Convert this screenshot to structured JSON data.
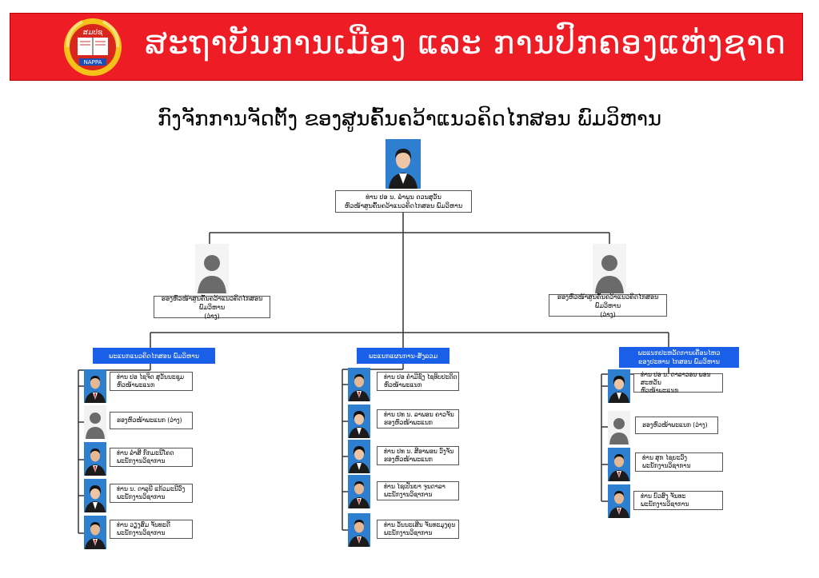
{
  "header": {
    "title": "ສະຖາບັນການເມືອງ ແລະ ການປົກຄອງແຫ່ງຊາດ",
    "logo_text_top": "ສມປຊ",
    "logo_text_bottom": "NAPPA",
    "colors": {
      "banner": "#ee1c25",
      "dept": "#1a5fe8"
    }
  },
  "page_title": "ກົງຈັກການຈັດຕັ້ງ ຂອງສູນຄົ້ນຄວ້າແນວຄິດໄກສອນ ພົມວິຫານ",
  "director": {
    "line1": "ທ່ານ ປອ ນ. ລຳພູນ ດວນສຸວັນ",
    "line2": "ຫົວໜ້າສູນຄົ້ນຄວ້າແນວຄິດໄກສອນ ພົມວິຫານ"
  },
  "deputies": [
    {
      "line1": "ຮອງຫົວໜ້າສູນຄົ້ນຄວ້າແນວຄິດໄກສອນ ພົມວິຫານ",
      "line2": "(ວ່າງ)"
    },
    {
      "line1": "ຮອງຫົວໜ້າສູນຄົ້ນຄວ້າແນວຄິດໄກສອນ ພົມວິຫານ",
      "line2": "(ວ່າງ)"
    }
  ],
  "departments": [
    {
      "title1": "ພະແນກແນວຄິດໄກສອນ ພົມວິຫານ",
      "title2": "",
      "members": [
        {
          "line1": "ທ່ານ ປອ ໄຊຈິດ ສຸວັນນະຊຸມ",
          "line2": "ຫົວໜ້າພະແນກ",
          "vacant": false,
          "gender": "m"
        },
        {
          "line1": "ຮອງຫົວໜ້າພະແນກ (ວ່າງ)",
          "line2": "",
          "vacant": true,
          "gender": "m"
        },
        {
          "line1": "ທ່ານ ລຳສີ ກົກມະນີໂຄດ",
          "line2": "ພະນັກງານວິຊາການ",
          "vacant": false,
          "gender": "m"
        },
        {
          "line1": "ທ່ານ ນ. ດາລຸນີ ແກ້ວມະນີວົງ",
          "line2": "ພະນັກງານວິຊາການ",
          "vacant": false,
          "gender": "f"
        },
        {
          "line1": "ທ່ານ ວຽງສົມ ຈັນທະດີ",
          "line2": "ພະນັກງານວິຊາການ",
          "vacant": false,
          "gender": "m"
        }
      ]
    },
    {
      "title1": "ພະແນກແຜນການ-ສັງລວມ",
      "title2": "",
      "members": [
        {
          "line1": "ທ່ານ ປອ ຄຳມີຊົງ ໄຊທິບປະດິດ",
          "line2": "ຫົວໜ້າພະແນກ",
          "vacant": false,
          "gender": "m"
        },
        {
          "line1": "ທ່ານ ປທ ນ. ລາພອນ ຄາວຈັນ",
          "line2": "ຮອງຫົວໜ້າພະແນກ",
          "vacant": false,
          "gender": "f"
        },
        {
          "line1": "ທ່ານ ປທ ນ. ສີອາພອນ ວົງຈັນ",
          "line2": "ຮອງຫົວໜ້າພະແນກ",
          "vacant": false,
          "gender": "f"
        },
        {
          "line1": "ທ່ານ ໄຊເປັນຍາ ຈຸນດາລາ",
          "line2": "ພະນັກງານວິຊາການ",
          "vacant": false,
          "gender": "m"
        },
        {
          "line1": "ທ່ານ ວັນນະເສີນ ຈັນທະມຸງຄຸນ",
          "line2": "ພະນັກງານວິຊາການ",
          "vacant": false,
          "gender": "m"
        }
      ]
    },
    {
      "title1": "ພະແນກປະຫວັດການເຄື່ອນໄຫວ",
      "title2": "ຂອງປະທານ ໄກສອນ ພົມວິຫານ",
      "members": [
        {
          "line1": "ທ່ານ ປອ ນ. ດາລາວອນ ພອນສະຫວັນ",
          "line2": "ຫົວໜ້າພະແນກ",
          "vacant": false,
          "gender": "f"
        },
        {
          "line1": "ຮອງຫົວໜ້າພະແນກ (ວ່າງ)",
          "line2": "",
          "vacant": true,
          "gender": "m"
        },
        {
          "line1": "ທ່ານ ສຸກ ໄຊຍະວົງ",
          "line2": "ພະນັກງານວິຊາການ",
          "vacant": false,
          "gender": "m"
        },
        {
          "line1": "ທ່ານ ບົວສົງ ຈັນທະ",
          "line2": "ພະນັກງານວິຊາການ",
          "vacant": false,
          "gender": "m"
        }
      ]
    }
  ]
}
